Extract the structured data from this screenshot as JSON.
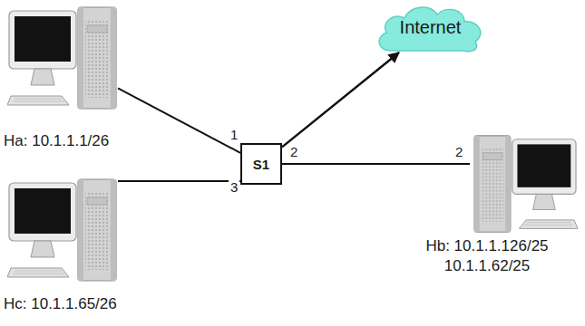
{
  "diagram": {
    "nodes": [
      {
        "text": [
          "Ha: 10.1.1.1/26"
        ]
      },
      {
        "text": [
          "Internet"
        ]
      },
      {
        "text": [
          "S1"
        ]
      },
      {
        "text": [
          "Hb: 10.1.1.126/25",
          "10.1.1.62/25"
        ]
      },
      {
        "text": [
          "Hc: 10.1.1.65/26"
        ]
      }
    ],
    "edges": [
      {
        "from": 0,
        "to": 2,
        "arrow": "none"
      },
      {
        "from": 4,
        "to": 2,
        "arrow": "none"
      },
      {
        "from": 2,
        "to": 3,
        "arrow": "none"
      },
      {
        "from": 2,
        "to": 1,
        "arrow": "to"
      }
    ],
    "labels": [
      "1",
      "3",
      "2",
      "2"
    ]
  }
}
